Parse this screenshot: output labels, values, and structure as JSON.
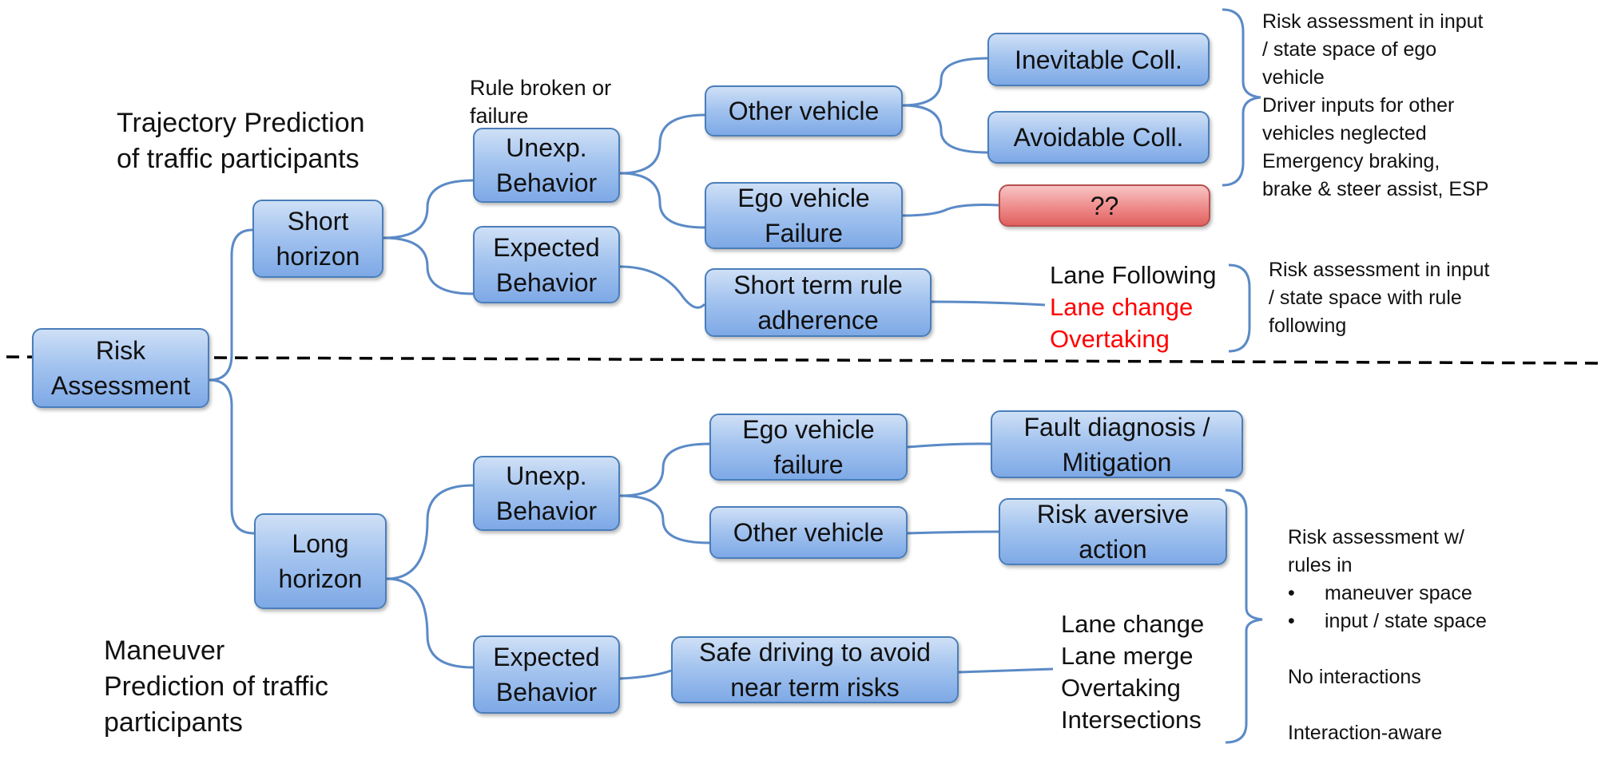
{
  "colors": {
    "box_fill": "#a4c4ef",
    "box_border": "#4a7ebb",
    "connector": "#5b8ac6",
    "alert_fill": "#ee8b8a",
    "highlight_text": "#ff0000",
    "divider": "#000000"
  },
  "headings": {
    "trajectory": [
      "Trajectory Prediction",
      "of traffic participants"
    ],
    "maneuver": [
      "Maneuver",
      "Prediction of traffic",
      "participants"
    ]
  },
  "nodes": {
    "risk_assessment": [
      "Risk",
      "Assessment"
    ],
    "short_horizon": [
      "Short",
      "horizon"
    ],
    "long_horizon": [
      "Long",
      "horizon"
    ],
    "short_unexp": [
      "Unexp.",
      "Behavior"
    ],
    "short_expected": [
      "Expected",
      "Behavior"
    ],
    "other_vehicle_top": [
      "Other vehicle"
    ],
    "ego_failure_top": [
      "Ego vehicle",
      "Failure"
    ],
    "short_term_rule": [
      "Short term rule",
      "adherence"
    ],
    "inevitable": [
      "Inevitable Coll."
    ],
    "avoidable": [
      "Avoidable Coll."
    ],
    "unknown": [
      "??"
    ],
    "long_unexp": [
      "Unexp.",
      "Behavior"
    ],
    "long_expected": [
      "Expected",
      "Behavior"
    ],
    "ego_failure_bottom": [
      "Ego vehicle",
      "failure"
    ],
    "other_vehicle_bottom": [
      "Other vehicle"
    ],
    "safe_driving": [
      "Safe driving to avoid",
      "near term risks"
    ],
    "fault_diagnosis": [
      "Fault diagnosis /",
      "Mitigation"
    ],
    "risk_aversive": [
      "Risk aversive",
      "action"
    ]
  },
  "annotations": {
    "rule_broken": [
      "Rule broken or",
      "failure"
    ],
    "top_notes": [
      "Risk assessment in input",
      "/ state space of ego",
      "vehicle",
      "Driver inputs for other",
      "vehicles neglected",
      "Emergency braking,",
      "brake & steer assist, ESP"
    ],
    "lane_items": [
      {
        "text": "Lane Following",
        "highlight": false
      },
      {
        "text": "Lane change",
        "highlight": true
      },
      {
        "text": "Overtaking",
        "highlight": true
      }
    ],
    "rule_notes": [
      "Risk assessment in input",
      "/ state space with rule",
      "following"
    ],
    "maneuver_items": [
      "Lane change",
      "Lane merge",
      "Overtaking",
      "Intersections"
    ],
    "bottom_notes": {
      "intro": [
        "Risk assessment w/",
        "rules in"
      ],
      "bullets": [
        "maneuver space",
        "input / state space"
      ],
      "bullet_mark": "•",
      "no_interactions": "No interactions",
      "interaction_aware": "Interaction-aware"
    }
  }
}
